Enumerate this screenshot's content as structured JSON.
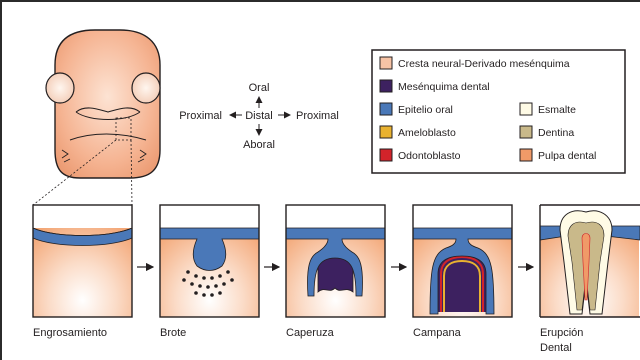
{
  "axes": {
    "top": "Oral",
    "left": "Proximal",
    "center": "Distal",
    "right": "Proximal",
    "bottom": "Aboral"
  },
  "legend": {
    "items": [
      {
        "label": "Cresta neural-Derivado mesénquima",
        "color": "#f7c3a5"
      },
      {
        "label": "Mesénquima dental",
        "color": "#3d2160"
      },
      {
        "label": "Epitelio oral",
        "color": "#4a78b8"
      },
      {
        "label": "Esmalte",
        "color": "#fffbe6"
      },
      {
        "label": "Ameloblasto",
        "color": "#e9b230"
      },
      {
        "label": "Dentina",
        "color": "#c9b98a"
      },
      {
        "label": "Odontoblasto",
        "color": "#d2232a"
      },
      {
        "label": "Pulpa dental",
        "color": "#f09a68"
      }
    ]
  },
  "stages": [
    {
      "label": "Engrosamiento"
    },
    {
      "label": "Brote"
    },
    {
      "label": "Caperuza"
    },
    {
      "label": "Campana"
    },
    {
      "label": "Erupción",
      "label2": "Dental"
    }
  ]
}
